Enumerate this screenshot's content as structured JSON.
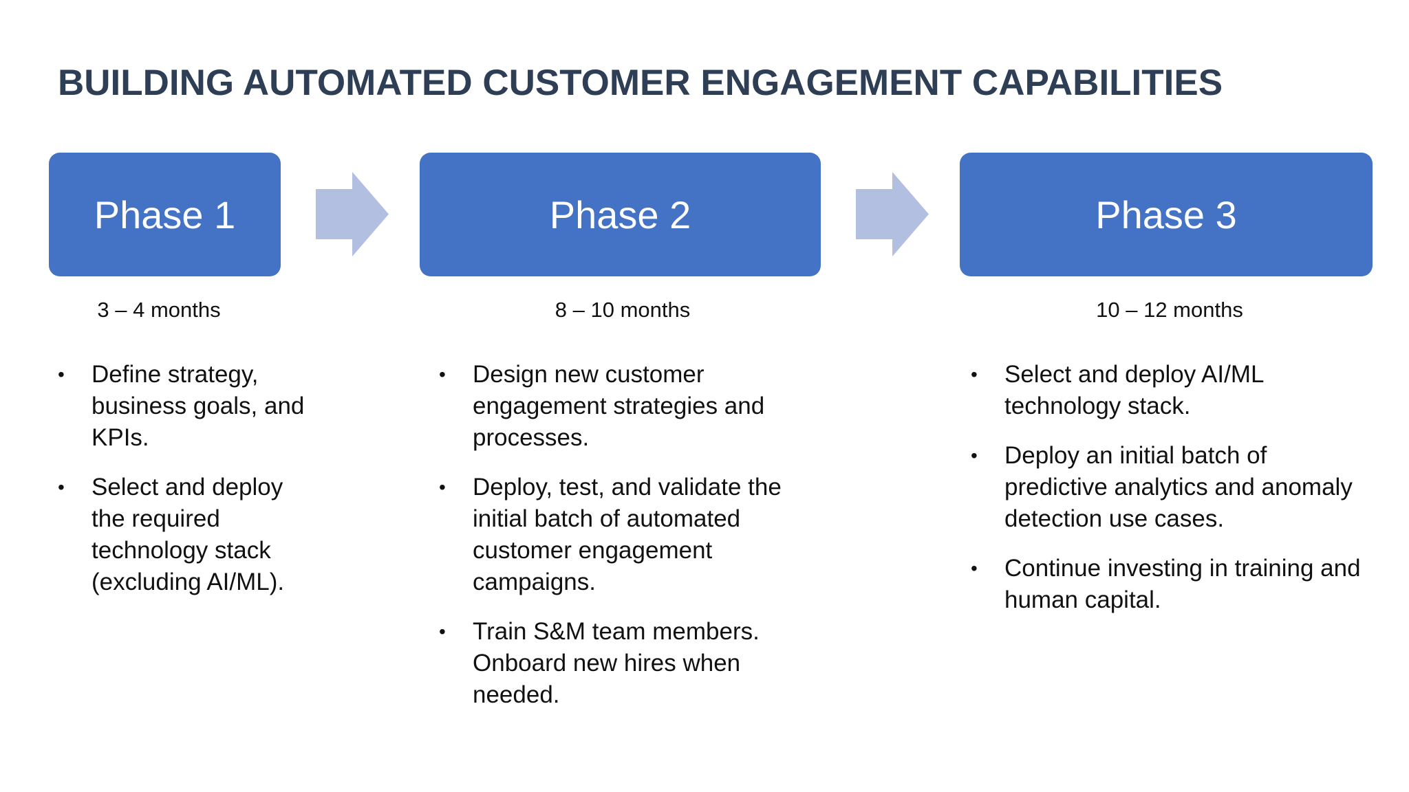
{
  "title": "BUILDING AUTOMATED CUSTOMER ENGAGEMENT CAPABILITIES",
  "colors": {
    "title": "#2e3e55",
    "phase_box": "#4472c4",
    "arrow": "#b3bfe0",
    "text": "#111111"
  },
  "bullet_symbol": "•",
  "phases": [
    {
      "label": "Phase 1",
      "duration": "3 – 4 months",
      "bullets": [
        "Define strategy, business goals, and KPIs.",
        "Select and deploy the required technology stack (excluding AI/ML)."
      ]
    },
    {
      "label": "Phase 2",
      "duration": "8 – 10 months",
      "bullets": [
        "Design new customer engagement strategies and processes.",
        "Deploy, test, and validate the initial batch of automated customer engagement campaigns.",
        "Train S&M team members. Onboard new hires when needed."
      ]
    },
    {
      "label": "Phase 3",
      "duration": "10 – 12 months",
      "bullets": [
        "Select and deploy AI/ML technology stack.",
        "Deploy an initial batch of predictive analytics and anomaly detection use cases.",
        "Continue investing in training and human capital."
      ]
    }
  ],
  "arrows": [
    {
      "icon": "right-arrow-icon"
    },
    {
      "icon": "right-arrow-icon"
    }
  ]
}
